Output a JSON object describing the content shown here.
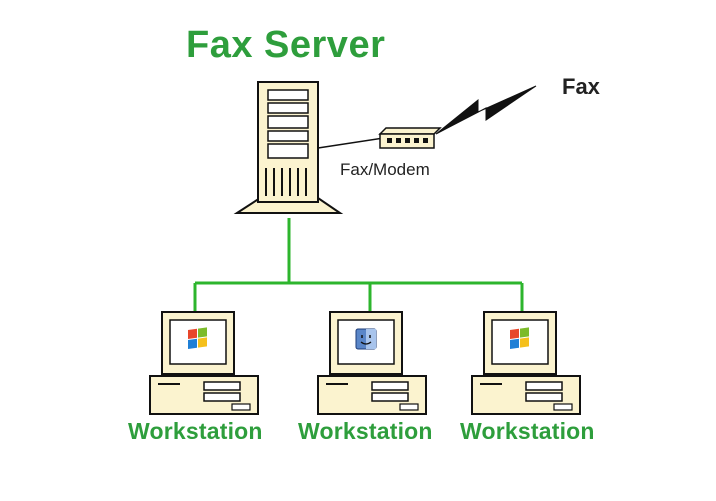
{
  "title": "Fax Server",
  "fax_label": "Fax",
  "modem_label": "Fax/Modem",
  "workstations": [
    {
      "label": "Workstation",
      "os_icon": "windows-logo"
    },
    {
      "label": "Workstation",
      "os_icon": "mac-logo"
    },
    {
      "label": "Workstation",
      "os_icon": "windows-logo"
    }
  ],
  "colors": {
    "title_green": "#2e9e3c",
    "line_green": "#2db52d",
    "device_beige": "#fbf3cf",
    "outline": "#111111",
    "lightning": "#111111"
  }
}
